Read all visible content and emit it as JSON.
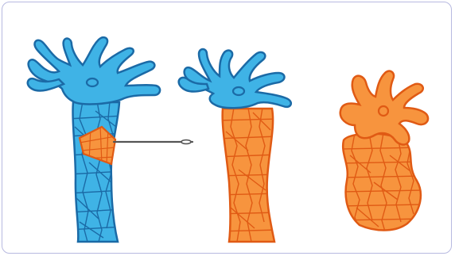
{
  "figure": {
    "panels": [
      {
        "id": "hydra-with-graft",
        "body_color_name": "blue",
        "graft_color_name": "orange",
        "tool": "needle"
      },
      {
        "id": "hydra-orange-body",
        "head_color_name": "blue",
        "body_color_name": "orange"
      },
      {
        "id": "regenerated-hydra",
        "color_name": "orange"
      }
    ],
    "colors": {
      "blue_fill": "#3fb3e6",
      "orange_fill": "#f7943e",
      "blue_stroke": "#1b6aa6",
      "orange_stroke": "#e05a14",
      "needle": "#555555",
      "frame_border": "#b7b9e0"
    }
  }
}
